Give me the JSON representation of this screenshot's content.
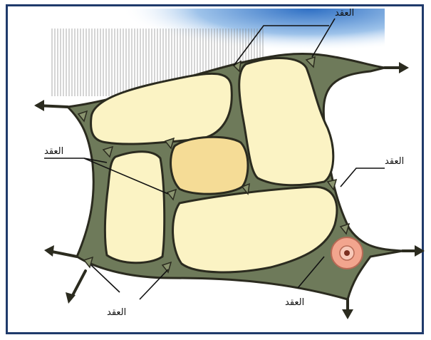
{
  "labels": {
    "top": "العقد",
    "left": "العقد",
    "right": "العقد",
    "bottom_left": "العقد",
    "bottom_right": "العقد"
  },
  "colors": {
    "frame": "#1f3a6b",
    "cell_fill": "#fbf3c4",
    "cell_wall": "#3a3a2a",
    "matrix": "#6e7a5a",
    "sky": "#3a78c8",
    "pink_cell": "#f2a58e"
  }
}
